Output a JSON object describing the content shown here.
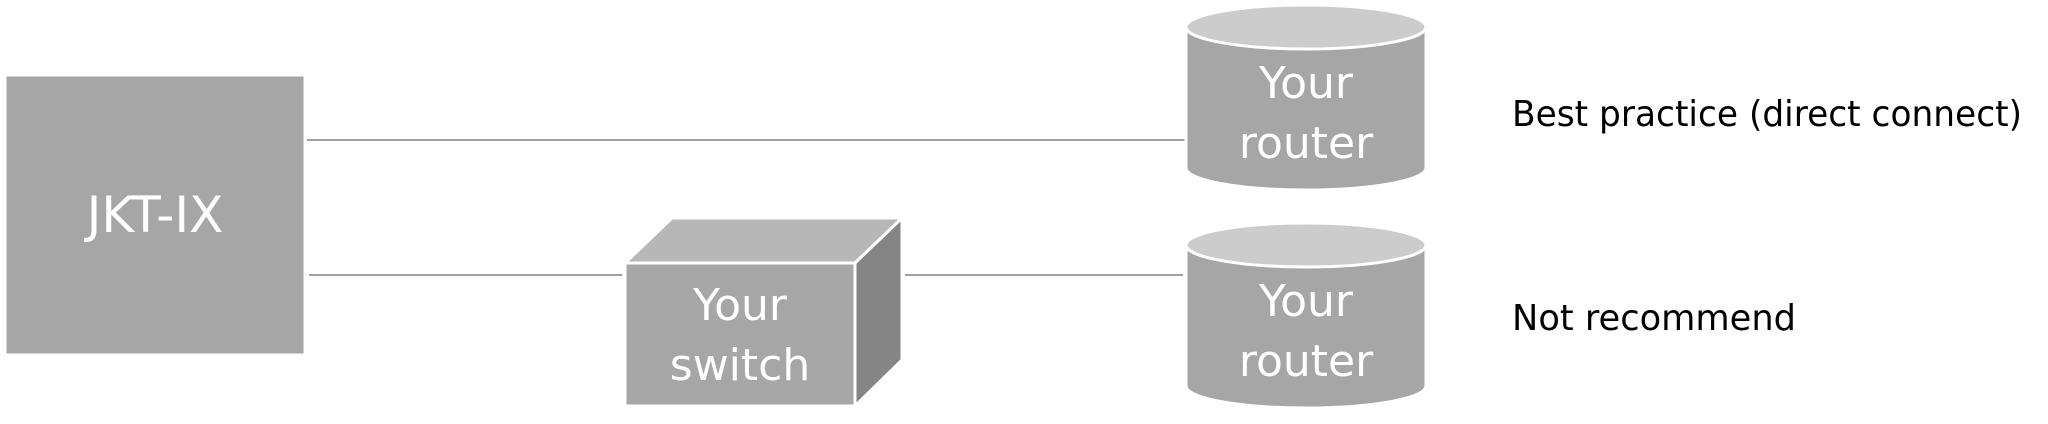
{
  "ix": {
    "label": "JKT-IX"
  },
  "switch": {
    "label_line1": "Your",
    "label_line2": "switch"
  },
  "router_top": {
    "label_line1": "Your",
    "label_line2": "router"
  },
  "router_bottom": {
    "label_line1": "Your",
    "label_line2": "router"
  },
  "labels": {
    "best_practice": "Best practice (direct connect)",
    "not_recommend": "Not recommend"
  },
  "colors": {
    "node_fill": "#a6a6a6",
    "cylinder_top": "#cccccc",
    "cube_top": "#b7b7b7",
    "cube_side": "#858585",
    "connector": "#a0a0a0",
    "label_text": "#ffffff",
    "side_text": "#000000"
  }
}
